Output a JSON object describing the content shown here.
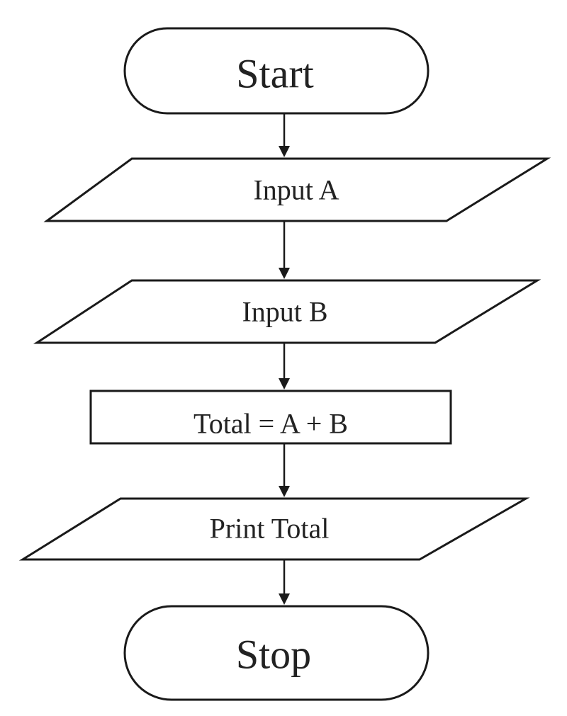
{
  "flowchart": {
    "nodes": [
      {
        "id": "start",
        "kind": "terminal",
        "label": "Start"
      },
      {
        "id": "input-a",
        "kind": "io",
        "label": "Input A"
      },
      {
        "id": "input-b",
        "kind": "io",
        "label": "Input B"
      },
      {
        "id": "total",
        "kind": "process",
        "label": "Total = A + B"
      },
      {
        "id": "print-total",
        "kind": "io",
        "label": "Print Total"
      },
      {
        "id": "stop",
        "kind": "terminal",
        "label": "Stop"
      }
    ],
    "edges": [
      {
        "from": "start",
        "to": "input-a"
      },
      {
        "from": "input-a",
        "to": "input-b"
      },
      {
        "from": "input-b",
        "to": "total"
      },
      {
        "from": "total",
        "to": "print-total"
      },
      {
        "from": "print-total",
        "to": "stop"
      }
    ]
  }
}
